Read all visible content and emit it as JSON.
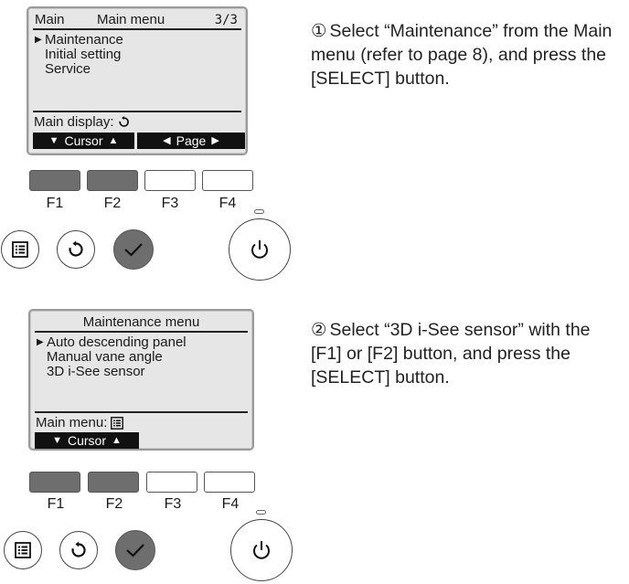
{
  "panel1": {
    "header": {
      "left": "Main",
      "title": "Main menu",
      "page": "3/3"
    },
    "items": [
      "Maintenance",
      "Initial setting",
      "Service"
    ],
    "footer": {
      "label": "Main display:",
      "icon": "return-icon"
    },
    "softkeys": [
      {
        "label": "Cursor",
        "left_arrow": "▼",
        "right_arrow": "▲"
      },
      {
        "label": "Page",
        "left_arrow": "◀",
        "right_arrow": "▶"
      }
    ],
    "fkeys": [
      "F1",
      "F2",
      "F3",
      "F4"
    ]
  },
  "panel2": {
    "header": {
      "title": "Maintenance menu"
    },
    "items": [
      "Auto descending panel",
      "Manual vane angle",
      "3D i-See sensor"
    ],
    "footer": {
      "label": "Main menu:",
      "icon": "menu-icon"
    },
    "softkeys": [
      {
        "label": "Cursor",
        "left_arrow": "▼",
        "right_arrow": "▲"
      }
    ],
    "fkeys": [
      "F1",
      "F2",
      "F3",
      "F4"
    ]
  },
  "instructions": [
    {
      "number": "①",
      "text": "Select “Maintenance” from the Main menu (refer to page 8), and press the [SELECT] button."
    },
    {
      "number": "②",
      "text": "Select “3D i-See sensor” with the [F1] or [F2] button, and press the [SELECT] button."
    }
  ],
  "colors": {
    "pressed_button": "#6e6e6e",
    "lcd_background": "#e6e6e6",
    "softkey_background": "#111111"
  }
}
